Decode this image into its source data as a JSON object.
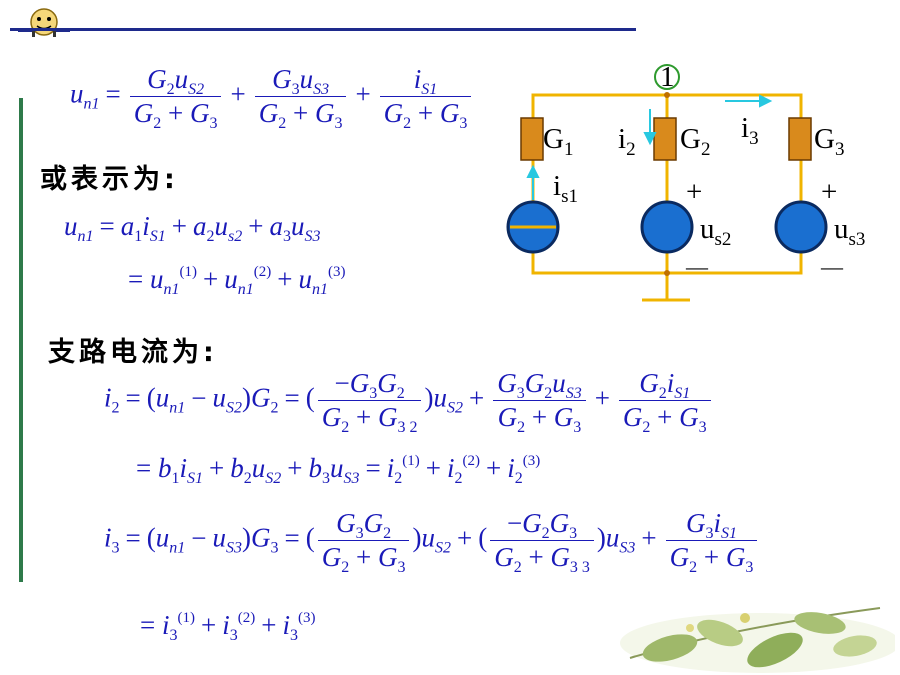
{
  "colors": {
    "header_line": "#1e2a8c",
    "left_bar": "#2e7a4a",
    "wire": "#f0b400",
    "resistor": "#d98a1c",
    "source": "#1a6fd0",
    "arrow": "#28c8e0",
    "formula": "#1a1ab8"
  },
  "labels": {
    "expr_as": "或表示为:",
    "branch_current": "支路电流为:"
  },
  "circuit": {
    "node": "1",
    "G1": "G",
    "G1_sub": "1",
    "G2": "G",
    "G2_sub": "2",
    "G3": "G",
    "G3_sub": "3",
    "i2": "i",
    "i2_sub": "2",
    "i3": "i",
    "i3_sub": "3",
    "is1": "i",
    "is1_sub": "s1",
    "us2": "u",
    "us2_sub": "s2",
    "us3": "u",
    "us3_sub": "s3",
    "plus": "+",
    "minus": "—"
  }
}
